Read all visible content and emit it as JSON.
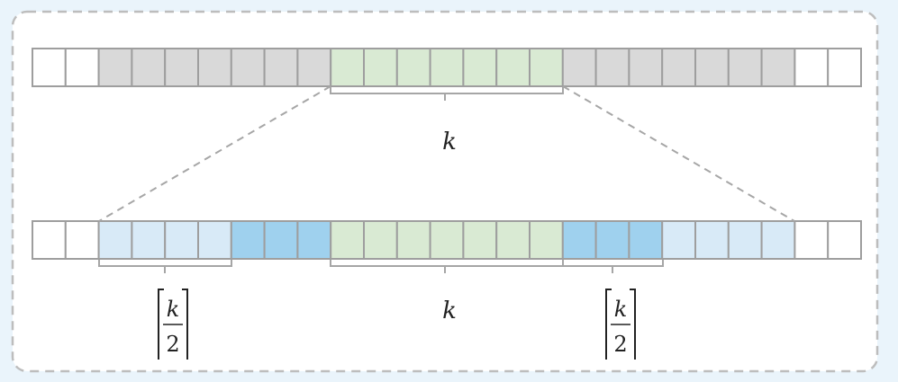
{
  "colors": {
    "background": "#eaf4fb",
    "panel": "#ffffff",
    "panel_border": "#bdbdbd",
    "cell_stroke": "#9e9e9e",
    "white": "#ffffff",
    "gray": "#d9d9d9",
    "green": "#d9ead3",
    "light_blue": "#d8eaf7",
    "blue": "#9fd1ee",
    "bracket": "#a6a6a6",
    "dash": "#a6a6a6",
    "text": "#222222"
  },
  "top_row": [
    "white",
    "white",
    "gray",
    "gray",
    "gray",
    "gray",
    "gray",
    "gray",
    "gray",
    "green",
    "green",
    "green",
    "green",
    "green",
    "green",
    "green",
    "gray",
    "gray",
    "gray",
    "gray",
    "gray",
    "gray",
    "gray",
    "white",
    "white"
  ],
  "bottom_row": [
    "white",
    "white",
    "light_blue",
    "light_blue",
    "light_blue",
    "light_blue",
    "blue",
    "blue",
    "blue",
    "green",
    "green",
    "green",
    "green",
    "green",
    "green",
    "green",
    "blue",
    "blue",
    "blue",
    "light_blue",
    "light_blue",
    "light_blue",
    "light_blue",
    "white",
    "white"
  ],
  "labels": {
    "top_k": "k",
    "bottom_k": "k",
    "left_num": "k",
    "left_den": "2",
    "right_num": "k",
    "right_den": "2"
  }
}
